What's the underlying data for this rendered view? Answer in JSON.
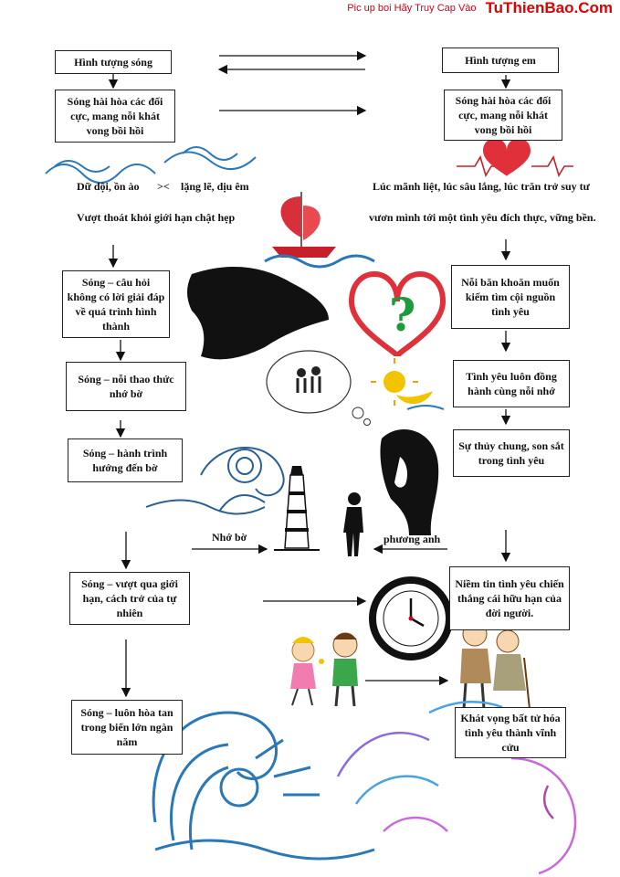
{
  "header": {
    "note": "Pic up boi Hãy Truy Cap Vào",
    "brand": "TuThienBao.Com"
  },
  "colors": {
    "brand": "#e00000",
    "heart": "#e0303a",
    "wave": "#2a78b8",
    "arrow": "#111111"
  },
  "left": {
    "top": "Hình tượng sóng",
    "b1": "Sóng hài hòa các đối cực, mang nỗi khát vong bồi hồi",
    "c1": "Dữ dội, ồn ào",
    "cmp": "><",
    "c2": "lặng lẽ, dịu êm",
    "note": "Vượt thoát khỏi giới hạn chật hẹp",
    "b2": "Sóng – câu hỏi không có lời giải đáp về quá trình hình thành",
    "b3": "Sóng – nỗi thao thức nhớ bờ",
    "b4": "Sóng – hành trình hướng đến bờ",
    "b5": "Sóng – vượt qua giới hạn, cách trở của tự nhiên",
    "b6": "Sóng – luôn hòa tan trong biển lớn ngàn năm"
  },
  "right": {
    "top": "Hình tượng em",
    "b1": "Sóng hài hòa các đối cực, mang nỗi khát vong bồi hồi",
    "note1": "Lúc mãnh liệt, lúc sâu lắng, lúc trăn trở suy tư",
    "note2": "vươn mình tới một tình yêu đích thực, vững bền.",
    "b2": "Nỗi băn khoăn muốn kiếm tìm cội nguồn tình yêu",
    "b3": "Tình yêu luôn đồng hành cùng nỗi nhớ",
    "b4": "Sự thủy chung, son sắt trong tình yêu",
    "b5": "Niềm tin tình yêu chiến thắng cái hữu hạn của đời người.",
    "b6": "Khát vọng bất tử hóa tình yêu thành vĩnh cửu"
  },
  "labels": {
    "nho_bo": "Nhớ bờ",
    "phuong_anh": "phương anh"
  }
}
